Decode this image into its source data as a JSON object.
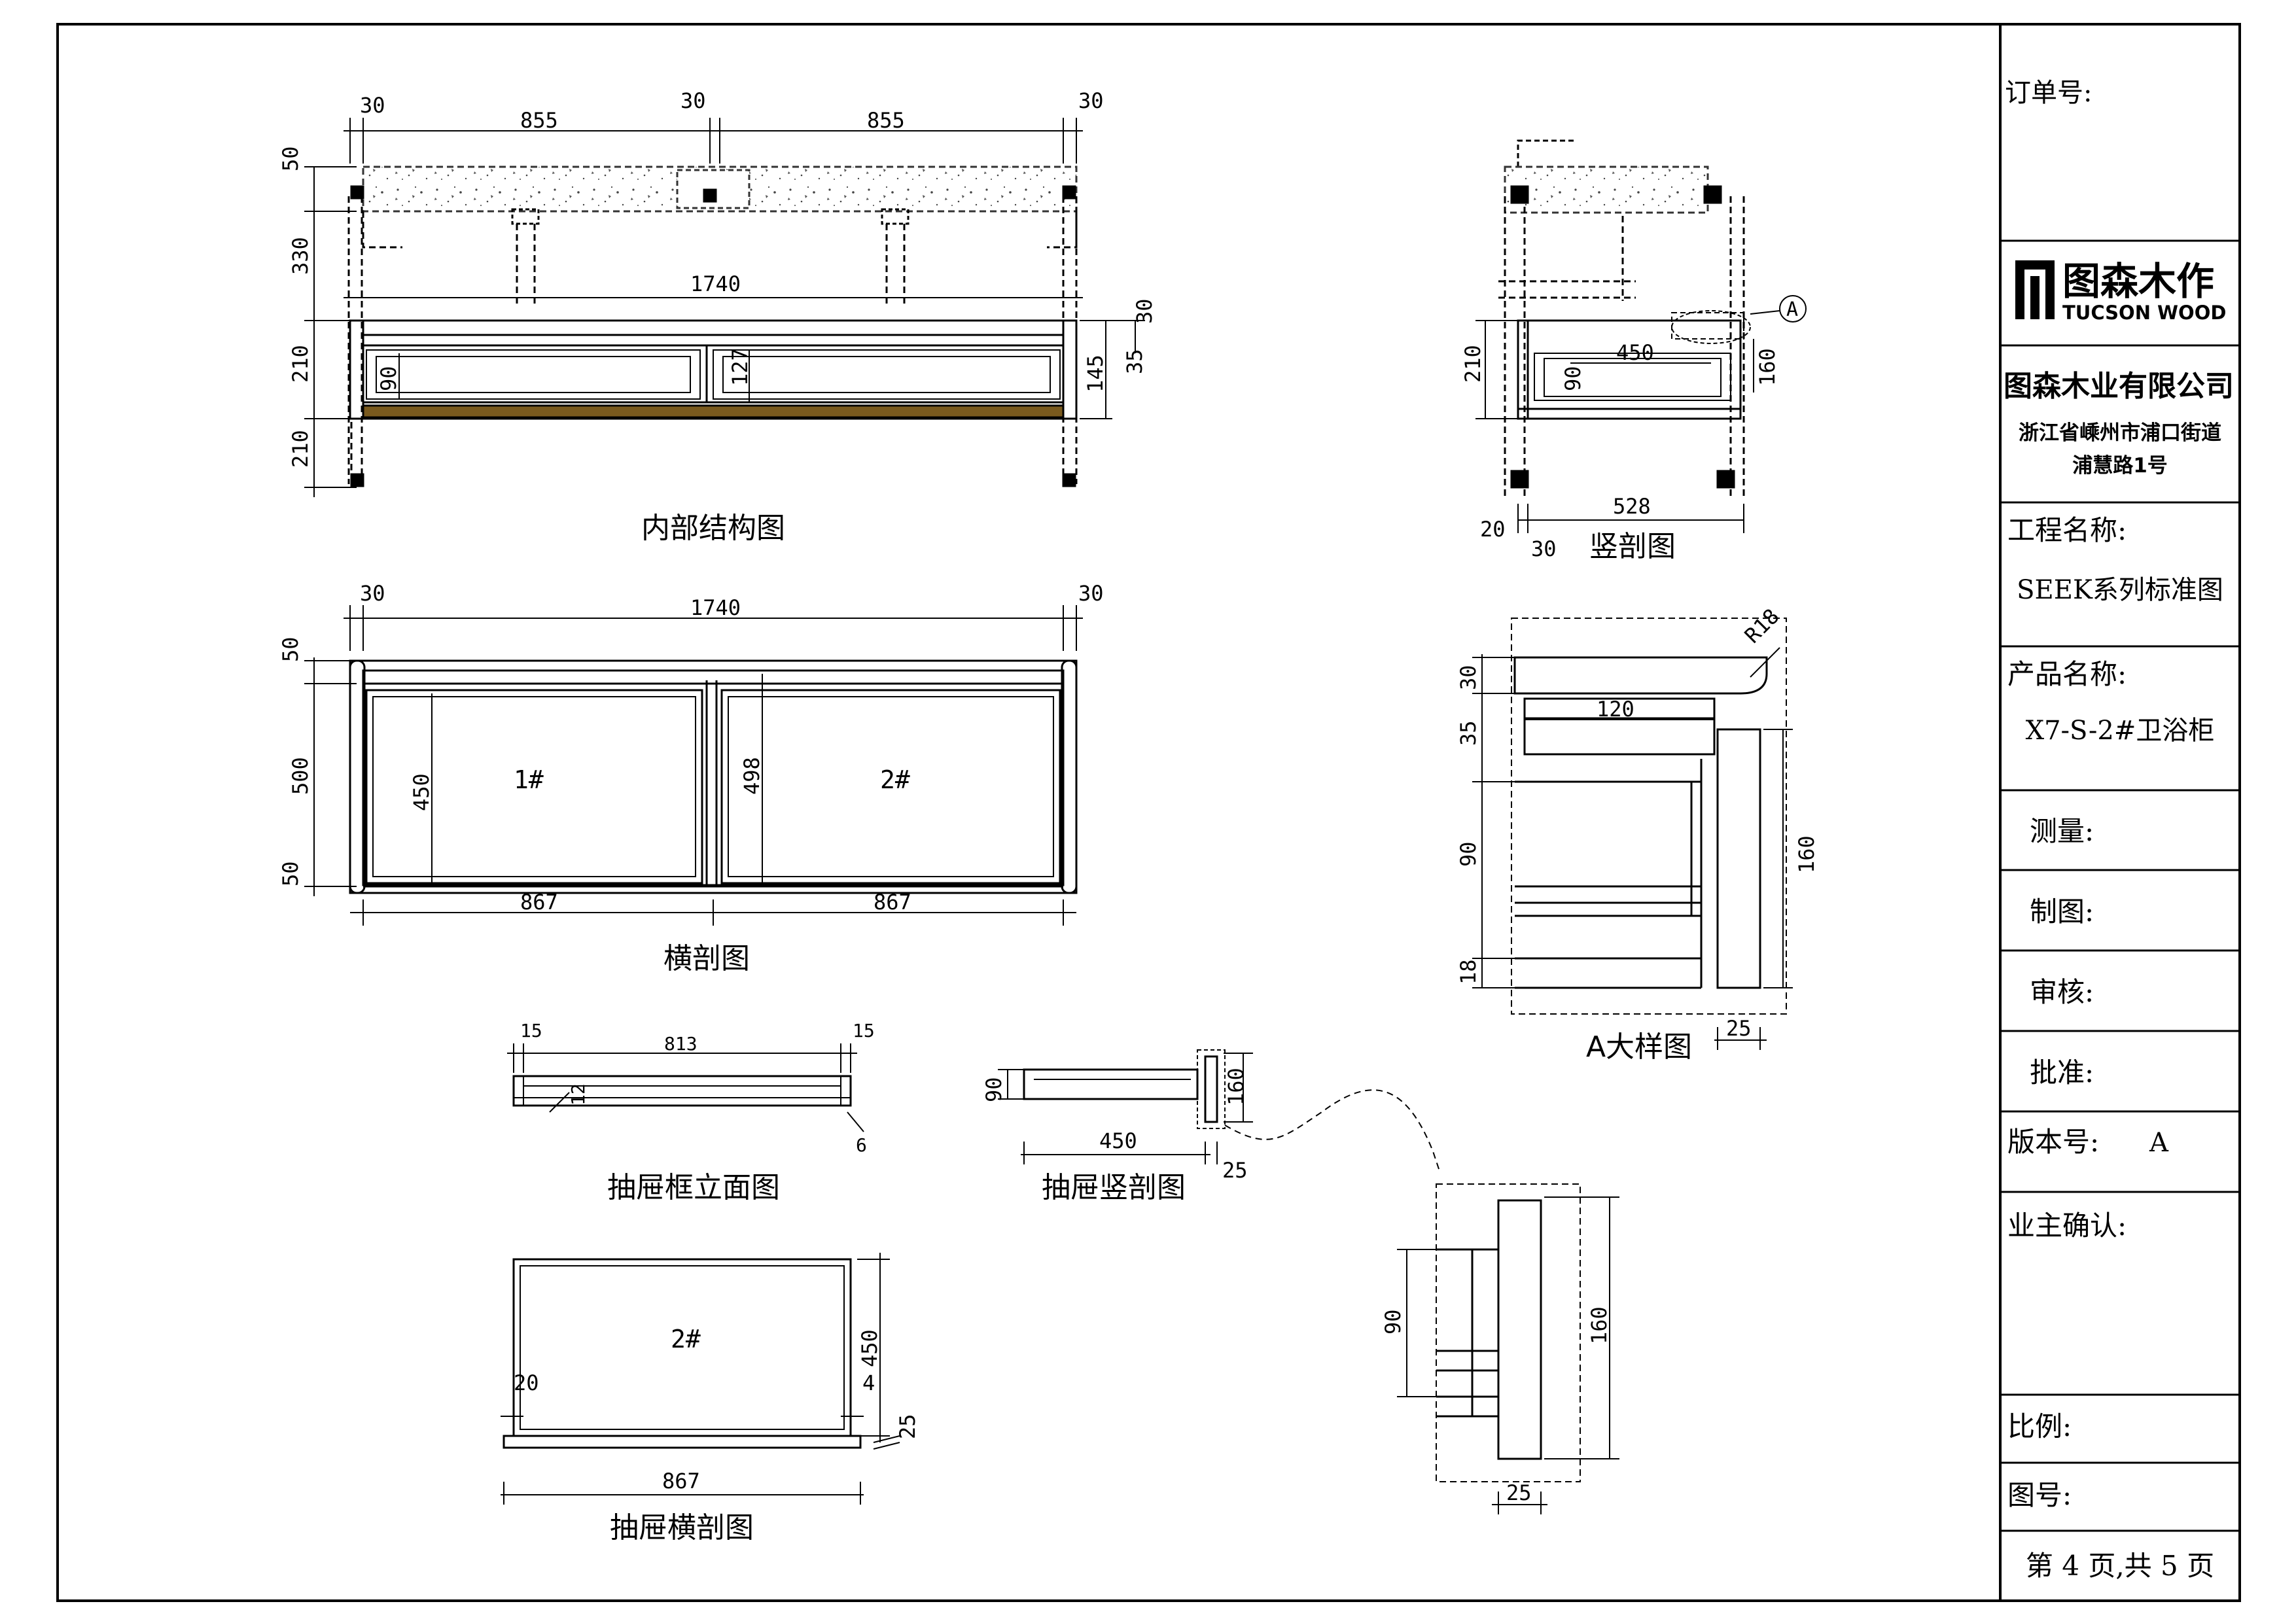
{
  "title_block": {
    "order_label": "订单号:",
    "brand_cn": "图森木作",
    "brand_en": "TUCSON WOOD",
    "company": "图森木业有限公司",
    "address1": "浙江省嵊州市浦口街道",
    "address2": "浦慧路1号",
    "project_label": "工程名称:",
    "project_value": "SEEK系列标准图",
    "product_label": "产品名称:",
    "product_value": "X7-S-2#卫浴柜",
    "measure_label": "测量:",
    "drawing_label": "制图:",
    "review_label": "审核:",
    "approve_label": "批准:",
    "version_label": "版本号:",
    "version_value": "A",
    "owner_label": "业主确认:",
    "scale_label": "比例:",
    "figure_label": "图号:",
    "page_info": "第 4 页,共 5 页"
  },
  "views": {
    "internal": {
      "caption": "内部结构图",
      "dims": {
        "d30a": "30",
        "d855a": "855",
        "d30b": "30",
        "d855b": "855",
        "d30c": "30",
        "d50": "50",
        "d330": "330",
        "d1740": "1740",
        "d210a": "210",
        "d210b": "210",
        "d90": "90",
        "d127": "127",
        "d145": "145",
        "d30r": "30",
        "d35r": "35"
      }
    },
    "horizontal": {
      "caption": "横剖图",
      "label1": "1#",
      "label2": "2#",
      "dims": {
        "d30a": "30",
        "d1740": "1740",
        "d30b": "30",
        "d50a": "50",
        "d500": "500",
        "d50b": "50",
        "d450": "450",
        "d498": "498",
        "d867a": "867",
        "d867b": "867"
      }
    },
    "vertical": {
      "caption": "竖剖图",
      "callout": "A",
      "dims": {
        "d210": "210",
        "d90": "90",
        "d450": "450",
        "d160": "160",
        "d528": "528",
        "d20": "20",
        "d30": "30"
      }
    },
    "detail_a": {
      "caption": "A大样图",
      "dims": {
        "r18": "R18",
        "d30": "30",
        "d120": "120",
        "d35": "35",
        "d90": "90",
        "d160": "160",
        "d18": "18",
        "d25": "25"
      }
    },
    "drawer_frame": {
      "caption": "抽屉框立面图",
      "dims": {
        "d15a": "15",
        "d813": "813",
        "d15b": "15",
        "d12": "12",
        "d6": "6"
      }
    },
    "drawer_vertical": {
      "caption": "抽屉竖剖图",
      "dims": {
        "d90": "90",
        "d160": "160",
        "d450": "450",
        "d25": "25"
      }
    },
    "drawer_horizontal": {
      "caption": "抽屉横剖图",
      "label": "2#",
      "dims": {
        "d450": "450",
        "d20": "20",
        "d4": "4",
        "d25": "25",
        "d867": "867"
      }
    },
    "enlarged": {
      "dims": {
        "d90": "90",
        "d160": "160",
        "d25": "25"
      }
    }
  },
  "colors": {
    "line": "#000000",
    "wood": "#7a5a1e",
    "dash": "#555555"
  }
}
